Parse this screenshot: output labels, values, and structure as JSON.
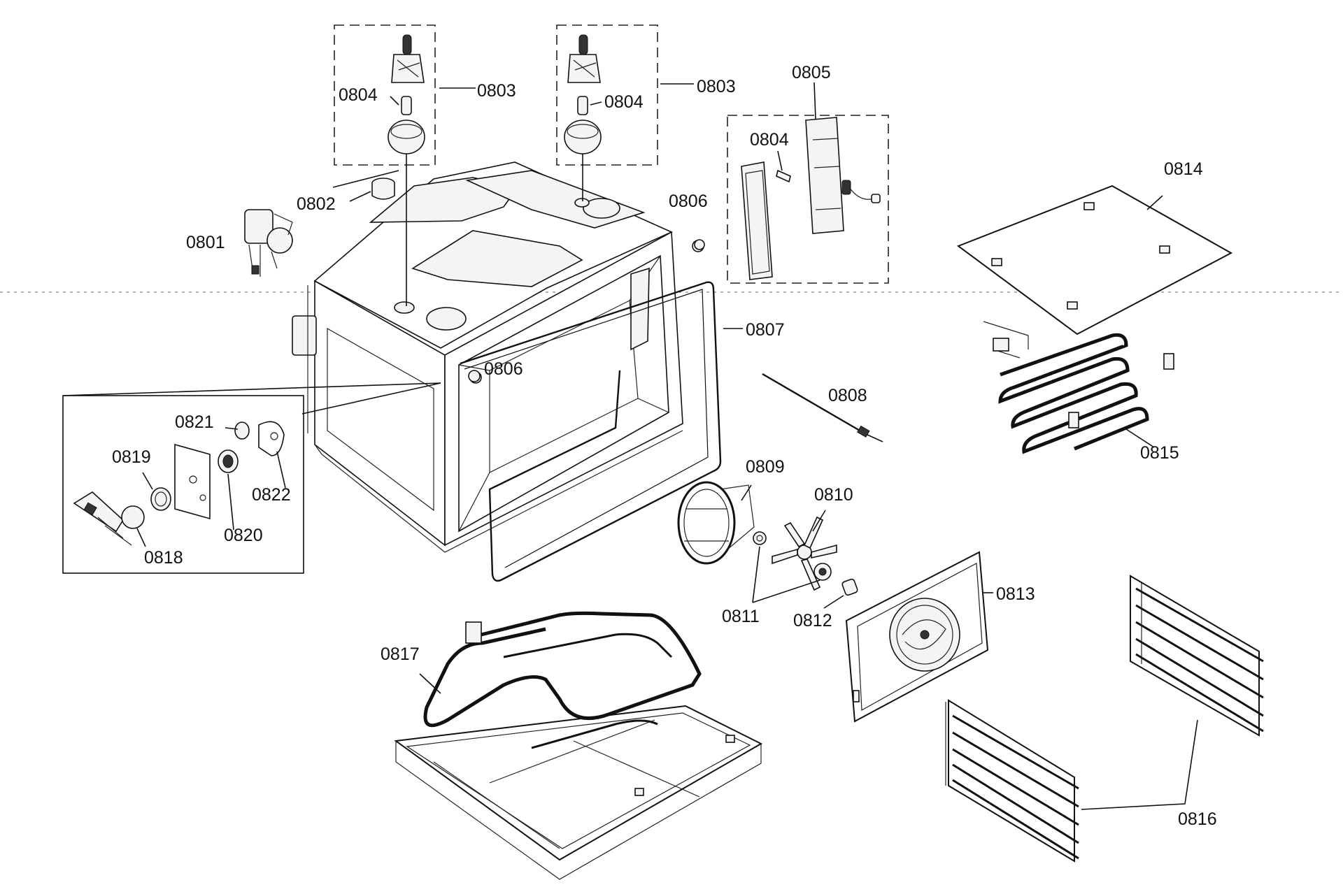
{
  "diagram": {
    "labels": {
      "l0801": "0801",
      "l0802": "0802",
      "l0803a": "0803",
      "l0803b": "0803",
      "l0804a": "0804",
      "l0804b": "0804",
      "l0804c": "0804",
      "l0805": "0805",
      "l0806a": "0806",
      "l0806b": "0806",
      "l0807": "0807",
      "l0808": "0808",
      "l0809": "0809",
      "l0810": "0810",
      "l0811": "0811",
      "l0812": "0812",
      "l0813": "0813",
      "l0814": "0814",
      "l0815": "0815",
      "l0816": "0816",
      "l0817": "0817",
      "l0818": "0818",
      "l0819": "0819",
      "l0820": "0820",
      "l0821": "0821",
      "l0822": "0822"
    }
  }
}
